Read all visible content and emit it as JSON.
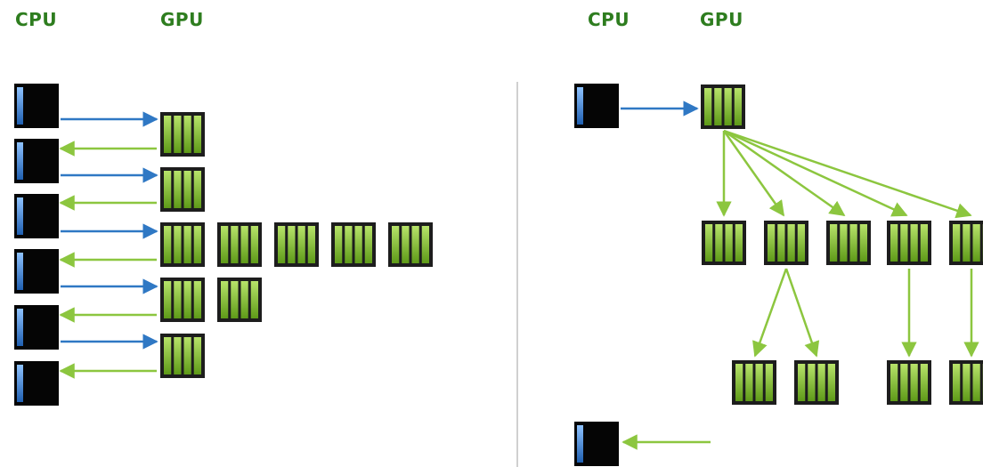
{
  "colors": {
    "label": "#2e7d1f",
    "cpu_body": "#050505",
    "cpu_bar_top": "#8fc3ff",
    "cpu_bar_bottom": "#1f5fb0",
    "gpu_fill_light": "#b7e36a",
    "gpu_fill_dark": "#5e9a18",
    "gpu_border": "#1d1d1d",
    "arrow_cpu_to_gpu": "#2f78c4",
    "arrow_gpu_to_cpu": "#8cc63f",
    "divider": "#d0d0d0"
  },
  "left_panel": {
    "cpu_label": "CPU",
    "gpu_label": "GPU"
  },
  "right_panel": {
    "cpu_label": "CPU",
    "gpu_label": "GPU"
  },
  "icons": {
    "cpu": "cpu-chip-icon",
    "gpu": "gpu-block-icon"
  }
}
